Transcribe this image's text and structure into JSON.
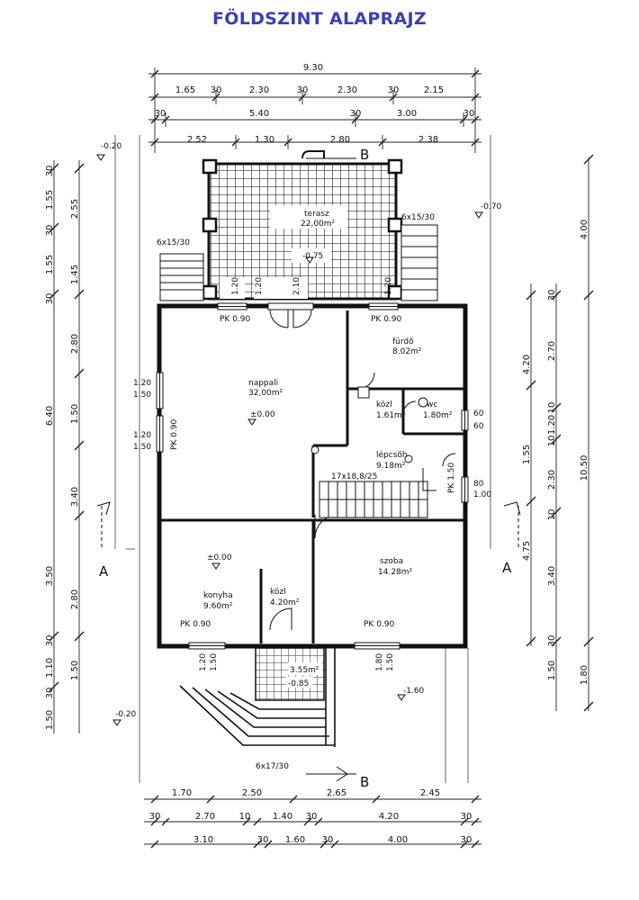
{
  "title": "FÖLDSZINT ALAPRAJZ",
  "dims_top": {
    "r1": [
      "9.30"
    ],
    "r2": [
      "1.65",
      "30",
      "2.30",
      "30",
      "2.30",
      "30",
      "2.15"
    ],
    "r3": [
      "30",
      "5.40",
      "30",
      "3.00",
      "30"
    ],
    "r4": [
      "2.52",
      "1.30",
      "2.80",
      "2.38"
    ]
  },
  "dims_bottom": {
    "r1": [
      "1.70",
      "2.50",
      "2.65",
      "2.45"
    ],
    "r2": [
      "30",
      "2.70",
      "10",
      "1.40",
      "30",
      "4.20",
      "30"
    ],
    "r3": [
      "3.10",
      "30",
      "1.60",
      "30",
      "4.00",
      "30"
    ]
  },
  "dims_left": {
    "c1": [
      "30",
      "1.55",
      "30",
      "1.55",
      "30",
      "6.40",
      "30",
      "1.10",
      "30",
      "1.50"
    ],
    "c2": [
      "2.55",
      "1.45",
      "2.80",
      "1.50",
      "3.40",
      "3.50",
      "2.80",
      "1.50"
    ]
  },
  "dims_right": {
    "c1": [
      "4.00",
      "10.50",
      "1.80"
    ],
    "c2": [
      "4.20",
      "1.55",
      "4.75",
      "1.50"
    ],
    "c3": [
      "30",
      "2.70",
      "10",
      "1.20",
      "10",
      "2.30",
      "10",
      "3.40",
      "30"
    ]
  },
  "rooms": {
    "terasz_name": "terasz",
    "terasz_area": "22,00m²",
    "terasz_level": "-0.75",
    "napp_name": "nappali",
    "napp_area": "32,00m²",
    "napp_level": "±0.00",
    "furdo_name": "fürdő",
    "furdo_area": "8.02m²",
    "kozl1_name": "közl",
    "kozl1_area": "1.61m²",
    "wc_name": "wc",
    "wc_area": "1.80m²",
    "lepcso_name": "lépcsőh",
    "lepcso_area": "9.18m²",
    "konyha_name": "konyha",
    "konyha_area": "9.60m²",
    "konyha_level": "±0.00",
    "kozl2_name": "közl",
    "kozl2_area": "4.20m²",
    "szoba_name": "szoba",
    "szoba_area": "14.28m²",
    "bejarat_area": "3.55m²",
    "bejarat_level": "-0.85"
  },
  "labels": {
    "section_a": "A",
    "section_b": "B",
    "stair_left": "6x15/30",
    "stair_right": "6x15/30",
    "stair_front": "6x17/30",
    "stair_main": "17x18,8/25",
    "lvl_tl": "-0.20",
    "lvl_tr": "-0.70",
    "lvl_bl": "-0.20",
    "lvl_br": "-1.60",
    "pk_napp_top": "PK 0.90",
    "pk_furdo": "PK 0.90",
    "pk_napp_side": "PK 0.90",
    "pk_lepcso": "PK 1.50",
    "pk_konyha": "PK 0.90",
    "pk_szoba": "PK 0.90",
    "w_top1": "1.20",
    "w_top2": "1.20",
    "w_top3": "2.10",
    "w_top4": "1.20",
    "w_side1": "1.20",
    "w_side2": "1.50",
    "w_side3": "1.20",
    "w_side4": "1.50",
    "w_r1": "60",
    "w_r2": "60",
    "w_r3": "80",
    "w_r4": "1.00",
    "w_b1": "1.20",
    "w_b2": "1.50",
    "w_b3": "1.80",
    "w_b4": "1.50"
  }
}
